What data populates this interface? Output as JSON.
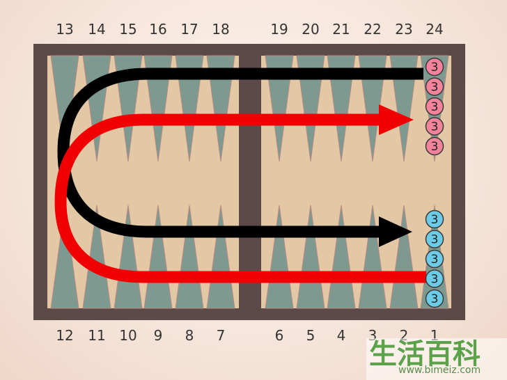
{
  "top_points": [
    "13",
    "14",
    "15",
    "16",
    "17",
    "18",
    "19",
    "20",
    "21",
    "22",
    "23",
    "24"
  ],
  "bottom_points": [
    "12",
    "11",
    "10",
    "9",
    "8",
    "7",
    "6",
    "5",
    "4",
    "3",
    "2",
    "1"
  ],
  "pink_checkers": [
    "3",
    "3",
    "3",
    "3",
    "3"
  ],
  "blue_checkers": [
    "3",
    "3",
    "3",
    "3",
    "3"
  ],
  "colors": {
    "frame": "#5b4a48",
    "felt": "#e3c8a6",
    "point": "#7e9a90",
    "black_arrow": "#000000",
    "red_arrow": "#f00000",
    "pink_checker": "#f2839a",
    "blue_checker": "#6ccbe6"
  },
  "watermark": {
    "chinese": "生活百科",
    "url": "www.bimeiz.com"
  }
}
